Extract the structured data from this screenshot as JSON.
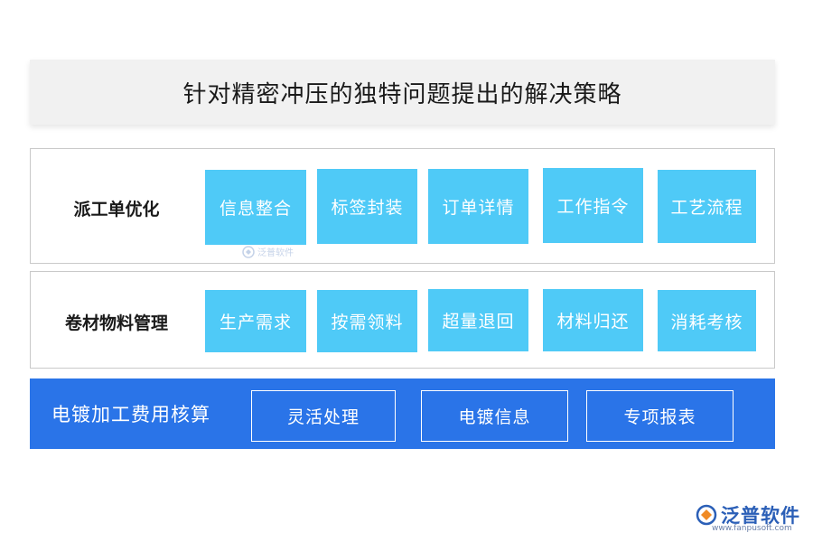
{
  "title": "针对精密冲压的独特问题提出的解决策略",
  "sections": [
    {
      "label": "派工单优化",
      "items": [
        "信息整合",
        "标签封装",
        "订单详情",
        "工作指令",
        "工艺流程"
      ]
    },
    {
      "label": "卷材物料管理",
      "items": [
        "生产需求",
        "按需领料",
        "超量退回",
        "材料归还",
        "消耗考核"
      ]
    }
  ],
  "band": {
    "label": "电镀加工费用核算",
    "items": [
      "灵活处理",
      "电镀信息",
      "专项报表"
    ]
  },
  "watermark": {
    "text": "泛普软件",
    "logo_text": "泛普软件",
    "url": "www.fanpusoft.com"
  },
  "colors": {
    "light_box": "#4fcaf7",
    "band": "#2a74e8",
    "logo": "#2b5fb7"
  }
}
